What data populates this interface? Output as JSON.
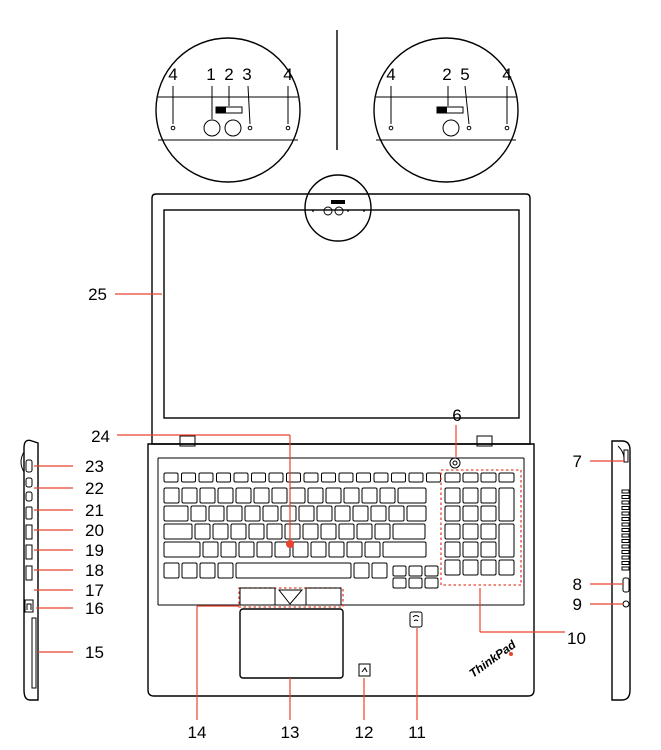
{
  "labels": {
    "l1": "1",
    "l2": "2",
    "l3": "3",
    "l4": "4",
    "l5": "5",
    "l6": "6",
    "l7": "7",
    "l8": "8",
    "l9": "9",
    "l10": "10",
    "l11": "11",
    "l12": "12",
    "l13": "13",
    "l14": "14",
    "l15": "15",
    "l16": "16",
    "l17": "17",
    "l18": "18",
    "l19": "19",
    "l20": "20",
    "l21": "21",
    "l22": "22",
    "l23": "23",
    "l24": "24",
    "l25": "25"
  },
  "brand_logo": "ThinkPad",
  "colors": {
    "callout": "#e8432e",
    "outline": "#000000"
  }
}
